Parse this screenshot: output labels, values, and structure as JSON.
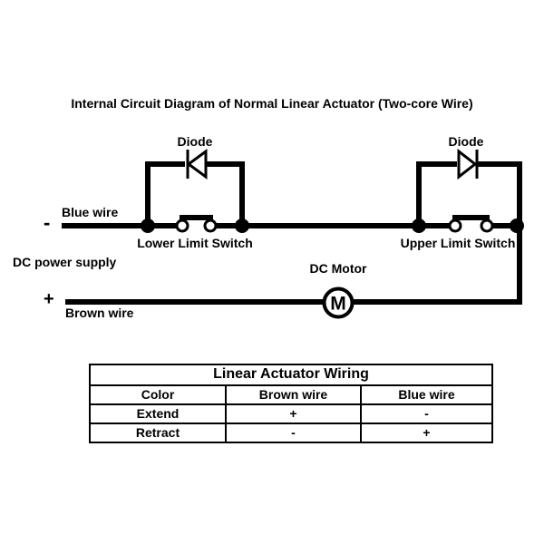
{
  "title": "Internal Circuit Diagram of Normal Linear Actuator (Two-core Wire)",
  "diagram": {
    "left_diode_label": "Diode",
    "right_diode_label": "Diode",
    "blue_wire_label": "Blue wire",
    "brown_wire_label": "Brown wire",
    "minus_sign": "-",
    "plus_sign": "+",
    "dc_power_supply_label": "DC power supply",
    "lower_limit_switch_label": "Lower Limit Switch",
    "upper_limit_switch_label": "Upper Limit Switch",
    "dc_motor_label": "DC Motor",
    "motor_symbol": "M",
    "colors": {
      "wire": "#000000",
      "background": "#ffffff"
    }
  },
  "wiring_table": {
    "title": "Linear Actuator Wiring",
    "headers": [
      "Color",
      "Brown wire",
      "Blue wire"
    ],
    "rows": [
      [
        "Extend",
        "+",
        "-"
      ],
      [
        "Retract",
        "-",
        "+"
      ]
    ]
  }
}
